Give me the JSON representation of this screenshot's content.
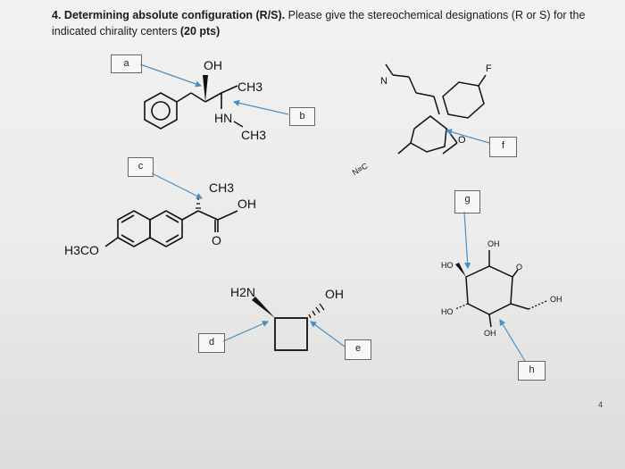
{
  "question": {
    "number": "4.",
    "title": "Determining absolute configuration (R/S).",
    "text": " Please give the stereochemical designations (R or S) for the indicated chirality centers ",
    "points": "(20 pts)"
  },
  "boxes": {
    "a": "a",
    "b": "b",
    "c": "c",
    "d": "d",
    "e": "e",
    "f": "f",
    "g": "g",
    "h": "h"
  },
  "atoms": {
    "oh": "OH",
    "ch3": "CH3",
    "hn": "HN",
    "h3co": "H3CO",
    "o": "O",
    "h2n": "H2N",
    "n": "N",
    "f": "F",
    "nc": "N≡C",
    "ho": "HO"
  },
  "page_number": "4",
  "colors": {
    "arrow": "#4a8fc0",
    "bond": "#111111"
  }
}
